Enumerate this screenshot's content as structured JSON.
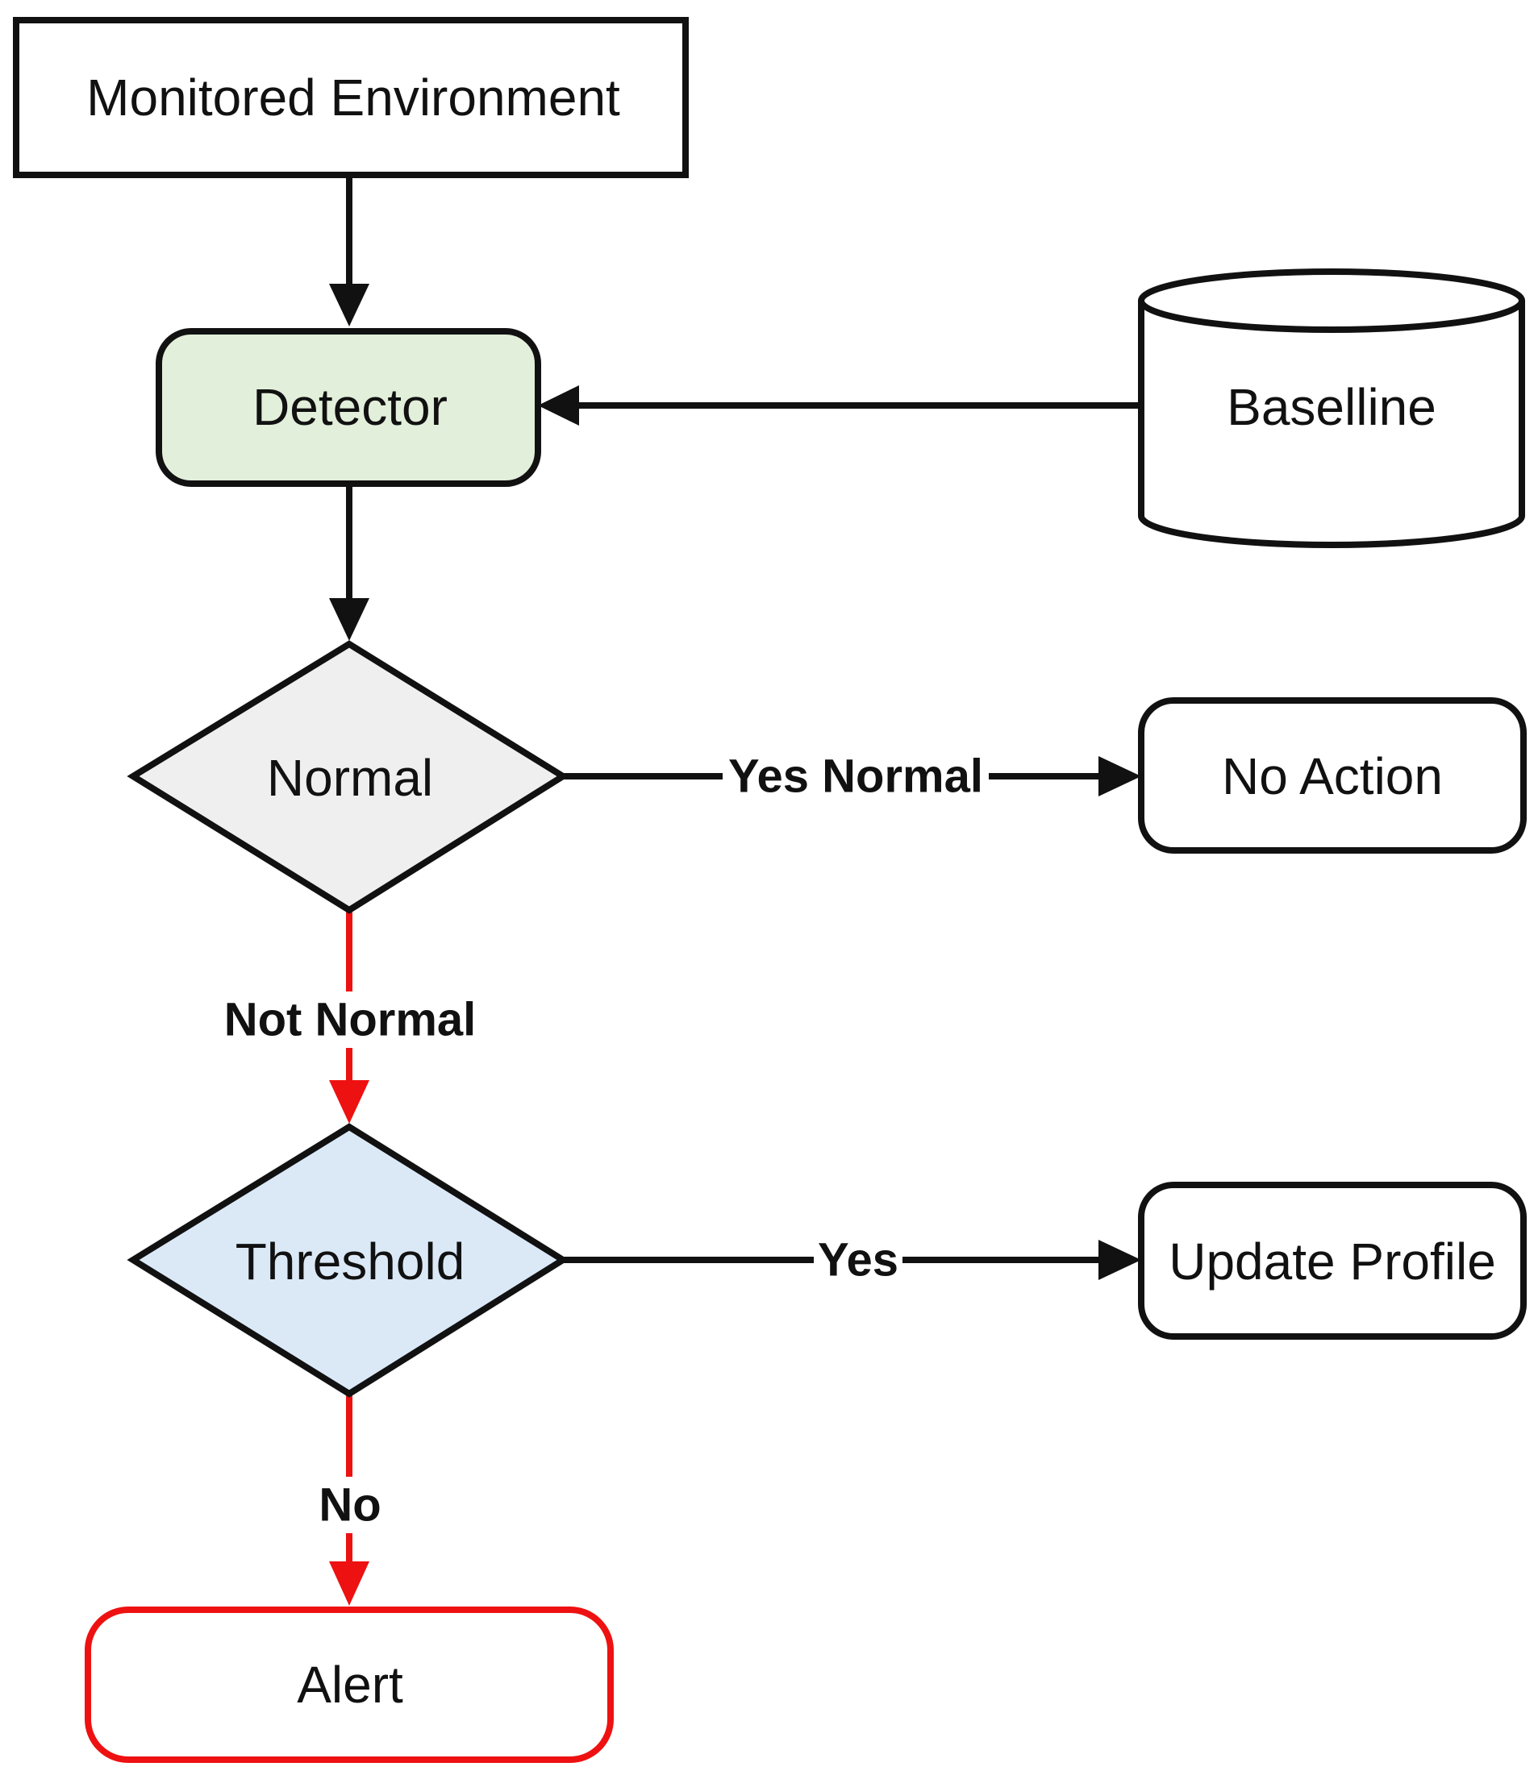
{
  "nodes": {
    "monitored_environment": {
      "label": "Monitored Environment",
      "shape": "rectangle",
      "fill": "#ffffff",
      "stroke": "#111111"
    },
    "detector": {
      "label": "Detector",
      "shape": "rounded-rectangle",
      "fill": "#e2efda",
      "stroke": "#111111"
    },
    "baseline": {
      "label": "Baselline",
      "shape": "cylinder",
      "fill": "#ffffff",
      "stroke": "#111111"
    },
    "normal": {
      "label": "Normal",
      "shape": "diamond",
      "fill": "#efefef",
      "stroke": "#111111"
    },
    "no_action": {
      "label": "No Action",
      "shape": "rounded-rectangle",
      "fill": "#ffffff",
      "stroke": "#111111"
    },
    "threshold": {
      "label": "Threshold",
      "shape": "diamond",
      "fill": "#dbe9f7",
      "stroke": "#111111"
    },
    "update_profile": {
      "label": "Update Profile",
      "shape": "rounded-rectangle",
      "fill": "#ffffff",
      "stroke": "#111111"
    },
    "alert": {
      "label": "Alert",
      "shape": "rounded-rectangle",
      "fill": "#ffffff",
      "stroke": "#ee1111"
    }
  },
  "edges": [
    {
      "from": "monitored_environment",
      "to": "detector",
      "label": "",
      "color": "#111111"
    },
    {
      "from": "baseline",
      "to": "detector",
      "label": "",
      "color": "#111111"
    },
    {
      "from": "detector",
      "to": "normal",
      "label": "",
      "color": "#111111"
    },
    {
      "from": "normal",
      "to": "no_action",
      "label": "Yes Normal",
      "color": "#111111"
    },
    {
      "from": "normal",
      "to": "threshold",
      "label": "Not Normal",
      "color": "#ee1111"
    },
    {
      "from": "threshold",
      "to": "update_profile",
      "label": "Yes",
      "color": "#111111"
    },
    {
      "from": "threshold",
      "to": "alert",
      "label": "No",
      "color": "#ee1111"
    }
  ]
}
